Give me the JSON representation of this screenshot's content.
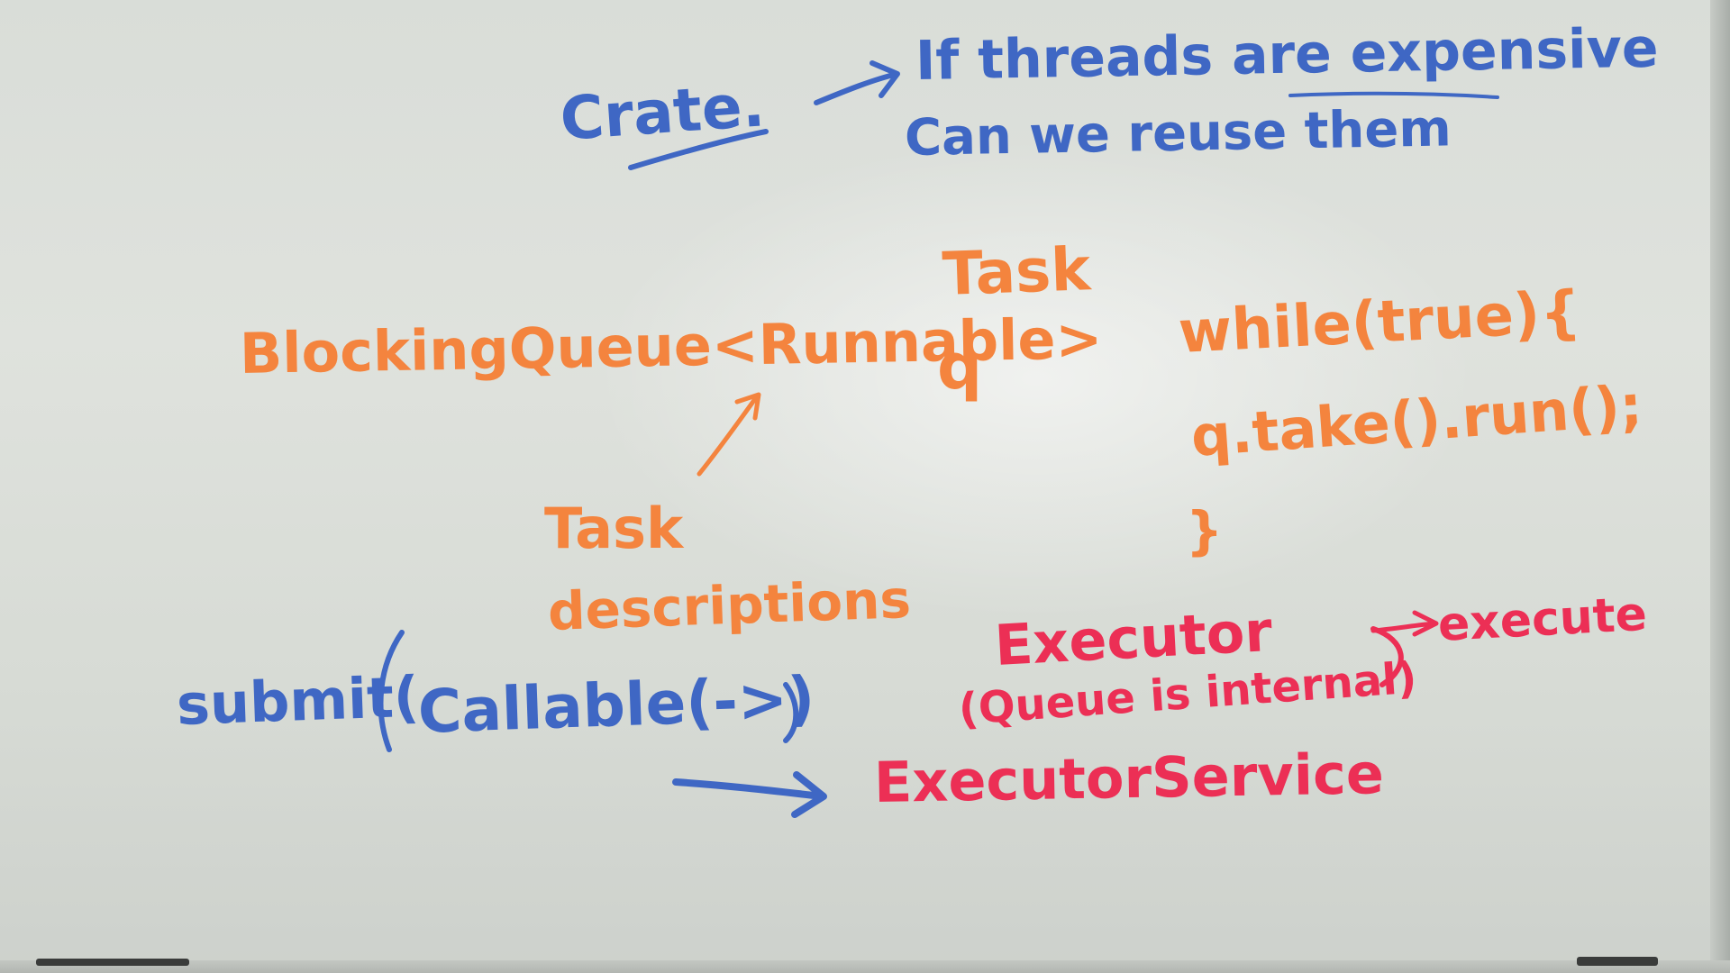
{
  "whiteboard": {
    "blue_notes": {
      "create": "Crate.",
      "line1": "If threads are expensive",
      "line2": "Can we reuse them",
      "submit": "submit(",
      "callable": "Callable(->)"
    },
    "orange_notes": {
      "queue": "BlockingQueue<Runnable>",
      "q": "q",
      "task_top": "Task",
      "task_desc_1": "Task",
      "task_desc_2": "descriptions",
      "while_loop": "while(true){",
      "take_run": "q.take().run();",
      "close_brace": "}"
    },
    "red_notes": {
      "executor": "Executor",
      "queue_internal": "(Queue is internal)",
      "execute": "execute",
      "executor_service": "ExecutorService"
    },
    "colors": {
      "blue_marker": "#3f67c4",
      "orange_marker": "#f4843e",
      "red_marker": "#ec2f55"
    }
  }
}
